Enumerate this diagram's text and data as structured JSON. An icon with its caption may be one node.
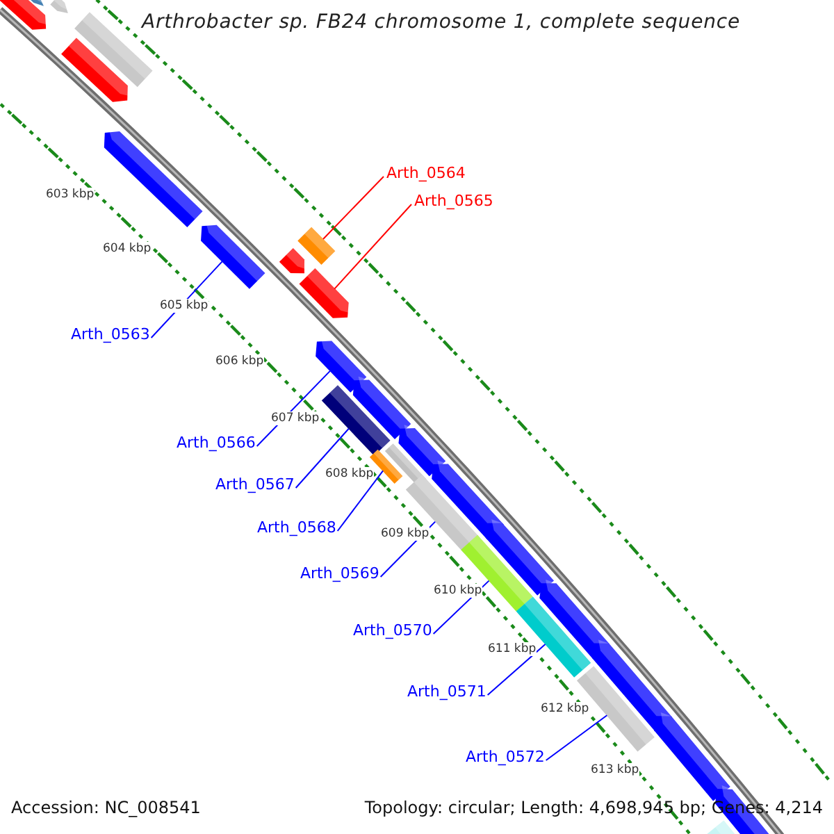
{
  "diagram": {
    "title": "Arthrobacter sp. FB24 chromosome 1, complete sequence",
    "nodes": [
      {
        "text": [
          "Arth_0564"
        ]
      },
      {
        "text": [
          "Arth_0565"
        ]
      },
      {
        "text": [
          "Arth_0563"
        ]
      },
      {
        "text": [
          "Arth_0566"
        ]
      },
      {
        "text": [
          "Arth_0567"
        ]
      },
      {
        "text": [
          "Arth_0568"
        ]
      },
      {
        "text": [
          "Arth_0569"
        ]
      },
      {
        "text": [
          "Arth_0570"
        ]
      },
      {
        "text": [
          "Arth_0571"
        ]
      },
      {
        "text": [
          "Arth_0572"
        ]
      },
      {
        "text": [],
        "shape": "arrow"
      },
      {
        "text": [],
        "shape": "arrow"
      },
      {
        "text": [],
        "shape": "arrow"
      },
      {
        "text": [],
        "shape": "box"
      },
      {
        "text": [],
        "shape": "arrow"
      },
      {
        "text": [],
        "shape": "arrow"
      },
      {
        "text": [],
        "shape": "arrow"
      },
      {
        "text": [],
        "shape": "box"
      },
      {
        "text": [],
        "shape": "arrow"
      },
      {
        "text": [],
        "shape": "arrow"
      },
      {
        "text": [],
        "shape": "arrow"
      },
      {
        "text": [],
        "shape": "box"
      },
      {
        "text": [],
        "shape": "arrow"
      },
      {
        "text": [],
        "shape": "arrow"
      },
      {
        "text": [],
        "shape": "box"
      },
      {
        "text": [],
        "shape": "box"
      },
      {
        "text": [],
        "shape": "arrow"
      },
      {
        "text": [],
        "shape": "box"
      },
      {
        "text": [],
        "shape": "arrow"
      },
      {
        "text": [],
        "shape": "box"
      },
      {
        "text": [],
        "shape": "arrow"
      },
      {
        "text": [],
        "shape": "box"
      },
      {
        "text": [],
        "shape": "arrow"
      },
      {
        "text": [],
        "shape": "box"
      },
      {
        "text": [],
        "shape": "arrow"
      },
      {
        "text": [],
        "shape": "arrow"
      },
      {
        "text": [],
        "shape": "box"
      }
    ],
    "edges": [
      {
        "from": 0,
        "to": 17,
        "arrow": "none",
        "color": "#ff0000"
      },
      {
        "from": 1,
        "to": 19,
        "arrow": "none",
        "color": "#ff0000"
      },
      {
        "from": 2,
        "to": 16,
        "arrow": "none"
      },
      {
        "from": 3,
        "to": 20,
        "arrow": "none"
      },
      {
        "from": 4,
        "to": 21,
        "arrow": "none"
      },
      {
        "from": 5,
        "to": 24,
        "arrow": "none"
      },
      {
        "from": 6,
        "to": 27,
        "arrow": "none"
      },
      {
        "from": 7,
        "to": 29,
        "arrow": "none"
      },
      {
        "from": 8,
        "to": 31,
        "arrow": "none"
      },
      {
        "from": 9,
        "to": 33,
        "arrow": "none"
      }
    ],
    "labels": [
      "603 kbp",
      "604 kbp",
      "605 kbp",
      "606 kbp",
      "607 kbp",
      "608 kbp",
      "609 kbp",
      "610 kbp",
      "611 kbp",
      "612 kbp",
      "613 kbp",
      "Accession: NC_008541",
      "Topology: circular; Length: 4,698,945 bp; Genes: 4,214"
    ]
  }
}
